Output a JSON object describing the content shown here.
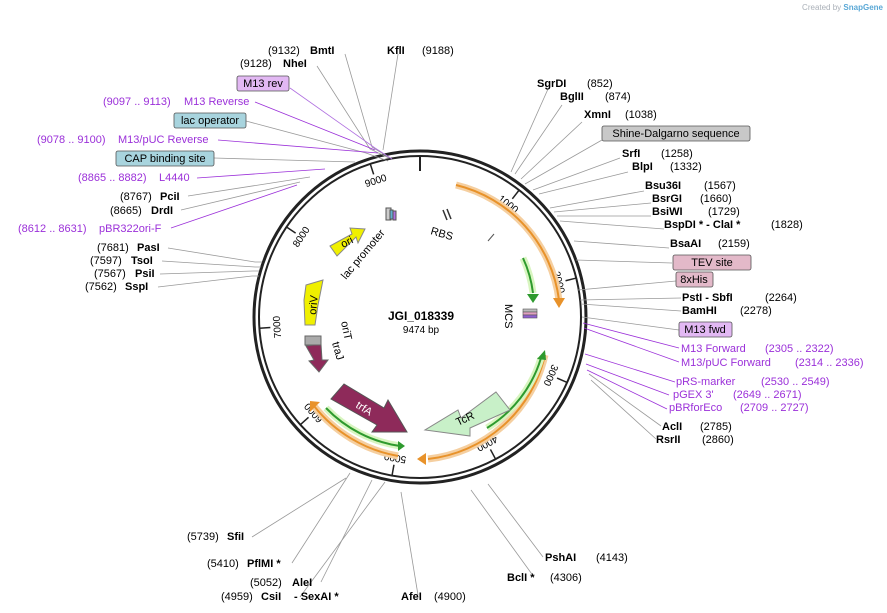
{
  "credit": {
    "prefix": "Created by",
    "brand": "SnapGene"
  },
  "plasmid": {
    "name": "JGI_018339",
    "length": "9474 bp"
  },
  "colors": {
    "backbone": "#222222",
    "leader": "#999999",
    "primer": "#9b30d9",
    "orange": "#f0a030",
    "green_arrow": "#2e9a2e",
    "ori_yellow": "#f0f000",
    "trf_maroon": "#8e2a5a",
    "tcr_green": "#c8f0c8",
    "lac_box": "#a8d4de",
    "shine_box": "#c8c8c8",
    "pink_box": "#e3b9c9",
    "m13_box": "#e2b8f3"
  },
  "ticks": [
    {
      "bp": "1000",
      "deg": 38.0
    },
    {
      "bp": "2000",
      "deg": 76.0
    },
    {
      "bp": "3000",
      "deg": 114.0
    },
    {
      "bp": "4000",
      "deg": 152.0
    },
    {
      "bp": "5000",
      "deg": 190.0
    },
    {
      "bp": "6000",
      "deg": 228.0
    },
    {
      "bp": "7000",
      "deg": 266.0
    },
    {
      "bp": "8000",
      "deg": 304.0
    },
    {
      "bp": "9000",
      "deg": 342.0
    }
  ],
  "features": [
    {
      "name": "lac promoter",
      "kind": "label"
    },
    {
      "name": "RBS",
      "kind": "label"
    },
    {
      "name": "MCS",
      "kind": "label"
    },
    {
      "name": "ori",
      "kind": "arrow"
    },
    {
      "name": "oriV",
      "kind": "arrow"
    },
    {
      "name": "oriT",
      "kind": "label"
    },
    {
      "name": "traJ",
      "kind": "label"
    },
    {
      "name": "trfA",
      "kind": "arrow"
    },
    {
      "name": "TcR",
      "kind": "arrow"
    }
  ],
  "labels_left": [
    {
      "pos": "(9132)",
      "name": "BmtI"
    },
    {
      "pos": "(9128)",
      "name": "NheI"
    },
    {
      "name": "M13 rev",
      "boxed": true
    },
    {
      "pos": "(9097 .. 9113)",
      "name": "M13 Reverse",
      "primer": true
    },
    {
      "name": "lac operator",
      "boxed": true
    },
    {
      "pos": "(9078 .. 9100)",
      "name": "M13/pUC Reverse",
      "primer": true
    },
    {
      "name": "CAP binding site",
      "boxed": true
    },
    {
      "pos": "(8865 .. 8882)",
      "name": "L4440",
      "primer": true
    },
    {
      "pos": "(8767)",
      "name": "PciI"
    },
    {
      "pos": "(8665)",
      "name": "DrdI"
    },
    {
      "pos": "(8612 .. 8631)",
      "name": "pBR322ori-F",
      "primer": true
    },
    {
      "pos": "(7681)",
      "name": "PasI"
    },
    {
      "pos": "(7597)",
      "name": "TsoI"
    },
    {
      "pos": "(7567)",
      "name": "PsiI"
    },
    {
      "pos": "(7562)",
      "name": "SspI"
    },
    {
      "pos": "(5739)",
      "name": "SfiI"
    },
    {
      "pos": "(5410)",
      "name": "PflMI *"
    },
    {
      "pos": "(5052)",
      "name": "AleI"
    },
    {
      "pos": "(4959)",
      "name": "CsiI",
      "extra": "- SexAI *"
    }
  ],
  "labels_right": [
    {
      "name": "KflI",
      "pos": "(9188)"
    },
    {
      "name": "SgrDI",
      "pos": "(852)"
    },
    {
      "name": "BglII",
      "pos": "(874)"
    },
    {
      "name": "XmnI",
      "pos": "(1038)"
    },
    {
      "name": "Shine-Dalgarno sequence",
      "boxed": true
    },
    {
      "name": "SrfI",
      "pos": "(1258)"
    },
    {
      "name": "BlpI",
      "pos": "(1332)"
    },
    {
      "name": "Bsu36I",
      "pos": "(1567)"
    },
    {
      "name": "BsrGI",
      "pos": "(1660)"
    },
    {
      "name": "BsiWI",
      "pos": "(1729)"
    },
    {
      "name": "BspDI * - ClaI *",
      "pos": "(1828)"
    },
    {
      "name": "BsaAI",
      "pos": "(2159)"
    },
    {
      "name": "TEV site",
      "boxed": true
    },
    {
      "name": "8xHis",
      "boxed": true
    },
    {
      "name": "PstI - SbfI",
      "pos": "(2264)"
    },
    {
      "name": "BamHI",
      "pos": "(2278)"
    },
    {
      "name": "M13 fwd",
      "boxed": true
    },
    {
      "name": "M13 Forward",
      "pos": "(2305 .. 2322)",
      "primer": true
    },
    {
      "name": "M13/pUC Forward",
      "pos": "(2314 .. 2336)",
      "primer": true
    },
    {
      "name": "pRS-marker",
      "pos": "(2530 .. 2549)",
      "primer": true
    },
    {
      "name": "pGEX 3'",
      "pos": "(2649 .. 2671)",
      "primer": true
    },
    {
      "name": "pBRforEco",
      "pos": "(2709 .. 2727)",
      "primer": true
    },
    {
      "name": "AclI",
      "pos": "(2785)"
    },
    {
      "name": "RsrII",
      "pos": "(2860)"
    },
    {
      "name": "PshAI",
      "pos": "(4143)"
    },
    {
      "name": "BclI *",
      "pos": "(4306)"
    },
    {
      "name": "AfeI",
      "pos": "(4900)"
    }
  ]
}
